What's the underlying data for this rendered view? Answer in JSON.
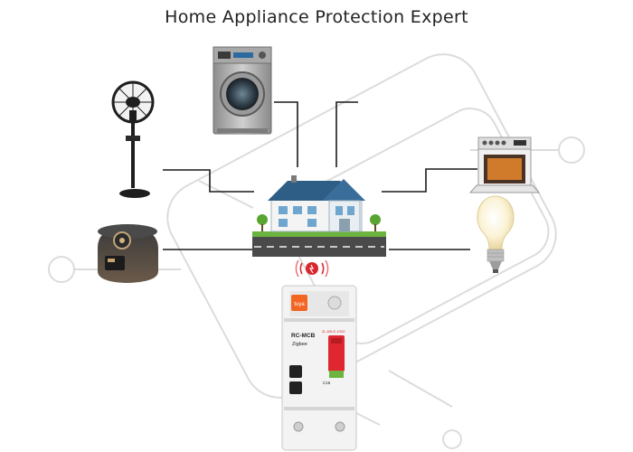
{
  "header": {
    "title": "Home Appliance Protection Expert"
  },
  "breaker": {
    "brand_label": "tuya",
    "model_label": "RC-MCB",
    "protocol_label": "Zigbee",
    "rating_label": "C16",
    "spec_label": "2L-63LE-100Z"
  },
  "colors": {
    "line": "#1a1a1a",
    "watermark": "#d9d9d9",
    "house_roof": "#2e5d86",
    "breaker_red": "#e0262e",
    "tuya_orange": "#f26522",
    "road": "#4a4a4a",
    "grass": "#6cb33f"
  },
  "icons": [
    "washing-machine-icon",
    "stand-fan-icon",
    "rice-cooker-icon",
    "oven-icon",
    "light-bulb-icon",
    "house-icon",
    "wireless-signal-icon",
    "smart-breaker-icon"
  ]
}
